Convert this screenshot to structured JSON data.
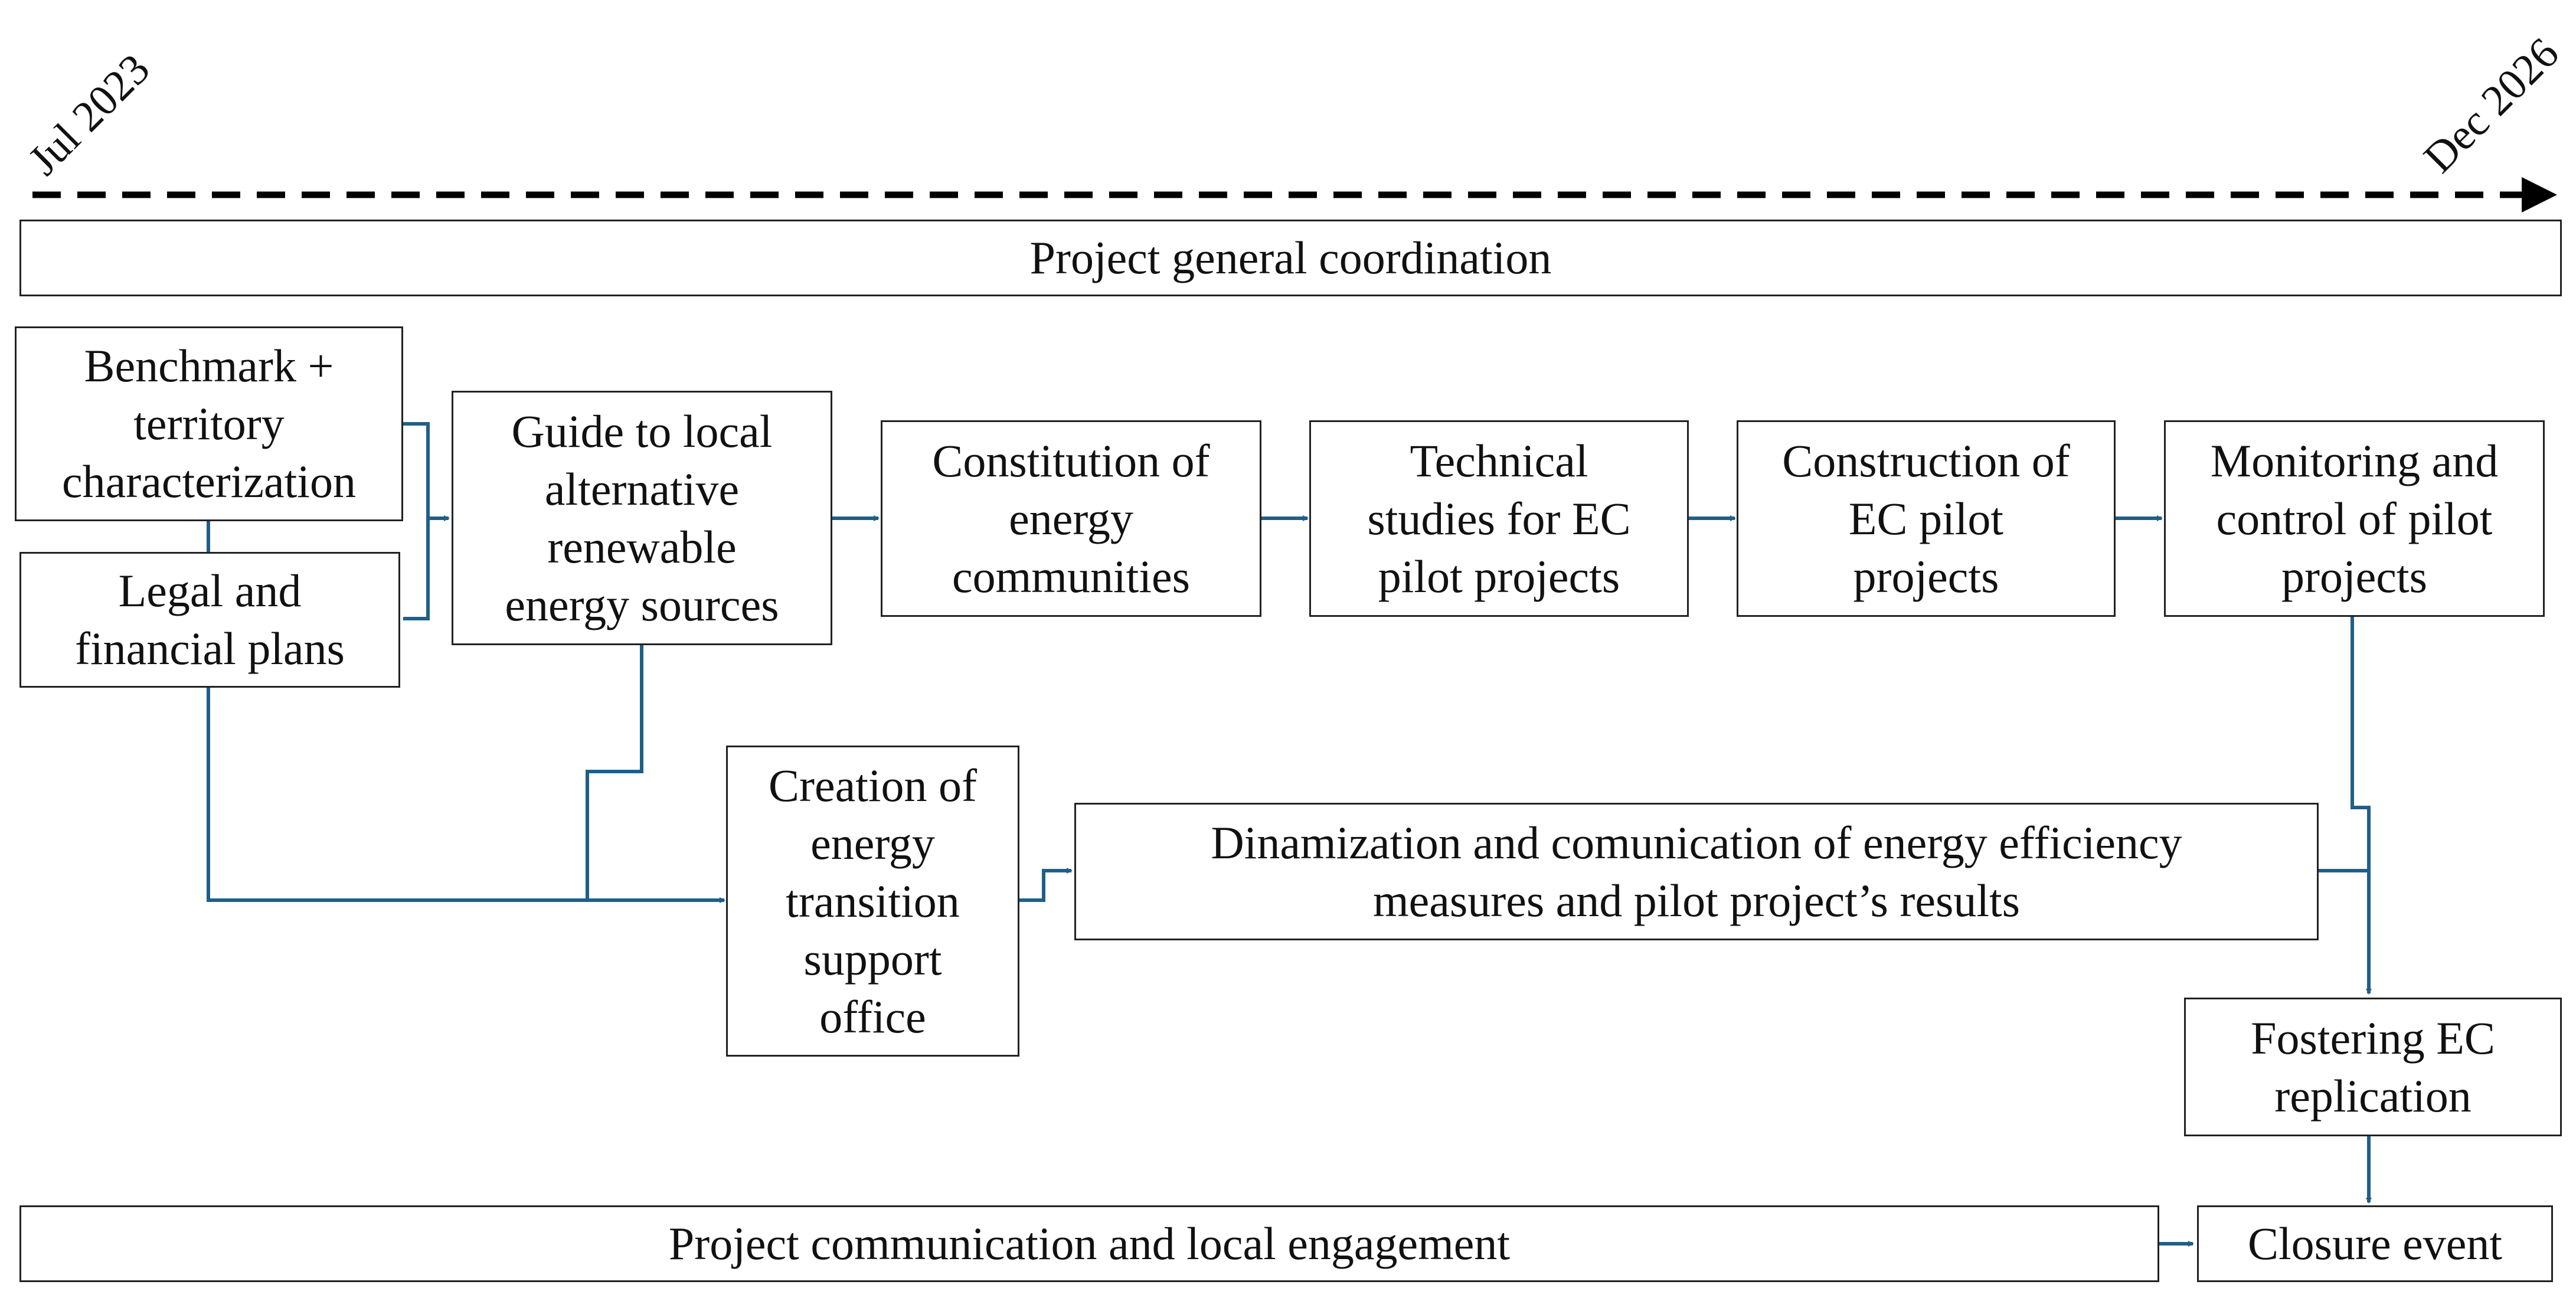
{
  "timeline": {
    "start": "Jul 2023",
    "end": "Dec 2026"
  },
  "colors": {
    "connector": "#1f5f87",
    "timeline": "#000000",
    "box_border": "#222222",
    "text": "#111111"
  },
  "boxes": {
    "coordination": "Project general coordination",
    "benchmark": "Benchmark +\nterritory\ncharacterization",
    "legal": "Legal and\nfinancial plans",
    "guide": "Guide to local\nalternative\nrenewable\nenergy sources",
    "constitution": "Constitution of\nenergy\ncommunities",
    "technical": "Technical\nstudies for EC\npilot projects",
    "construction": "Construction of\nEC pilot\nprojects",
    "monitoring": "Monitoring and\ncontrol of pilot\nprojects",
    "office": "Creation of\nenergy\ntransition\nsupport\noffice",
    "dinamization": "Dinamization and comunication of energy efficiency\nmeasures and pilot project’s results",
    "fostering": "Fostering EC\nreplication",
    "communication": "Project communication and local engagement",
    "closure": "Closure event"
  }
}
